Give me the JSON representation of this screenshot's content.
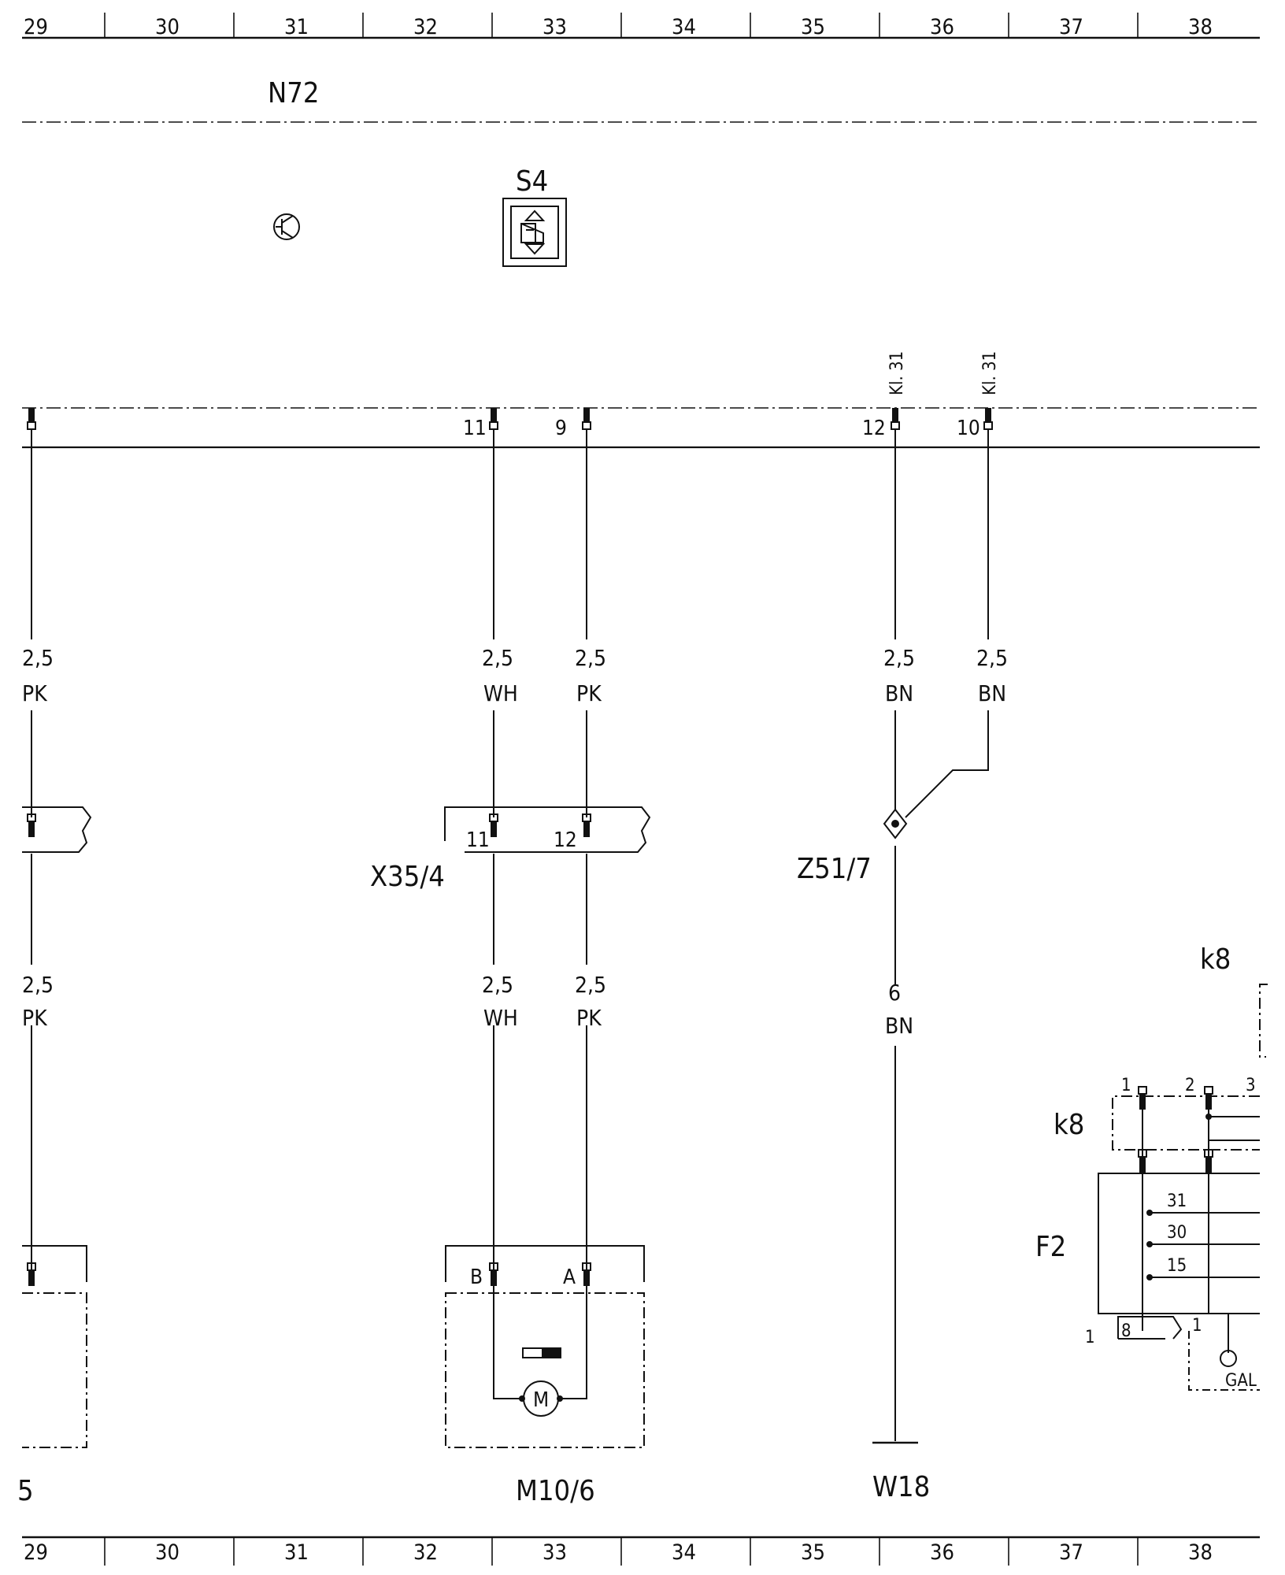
{
  "ruler": {
    "columns": [
      "29",
      "30",
      "31",
      "32",
      "33",
      "34",
      "35",
      "36",
      "37",
      "38"
    ]
  },
  "components": {
    "control_unit": "N72",
    "switch_label": "S4",
    "connector": "X35/4",
    "splice": "Z51/7",
    "motor": "M10/6",
    "ground": "W18",
    "relay_top": "k8",
    "relay_side": "k8",
    "fuse_block": "F2",
    "ground_pin": "GAL",
    "partial_left": "5"
  },
  "terminal_labels": {
    "kl31_a": "Kl. 31",
    "kl31_b": "Kl. 31"
  },
  "pins": {
    "n72_11": "11",
    "n72_9": "9",
    "n72_12": "12",
    "n72_10": "10",
    "x35_11": "11",
    "x35_12": "12",
    "motor_b": "B",
    "motor_a": "A",
    "motor_symbol": "M",
    "k8_1": "1",
    "k8_2": "2",
    "k8_3": "3",
    "f2_31": "31",
    "f2_30": "30",
    "f2_15": "15",
    "f2_8": "8",
    "f2_1_left": "1",
    "f2_1_right": "1"
  },
  "wires": {
    "left_top": {
      "size": "2,5",
      "color": "PK"
    },
    "left_bottom": {
      "size": "2,5",
      "color": "PK"
    },
    "wh_top": {
      "size": "2,5",
      "color": "WH"
    },
    "pk_top": {
      "size": "2,5",
      "color": "PK"
    },
    "bn12_top": {
      "size": "2,5",
      "color": "BN"
    },
    "bn10_top": {
      "size": "2,5",
      "color": "BN"
    },
    "wh_bottom": {
      "size": "2,5",
      "color": "WH"
    },
    "pk_bottom": {
      "size": "2,5",
      "color": "PK"
    },
    "bn_bottom": {
      "size": "6",
      "color": "BN"
    }
  }
}
